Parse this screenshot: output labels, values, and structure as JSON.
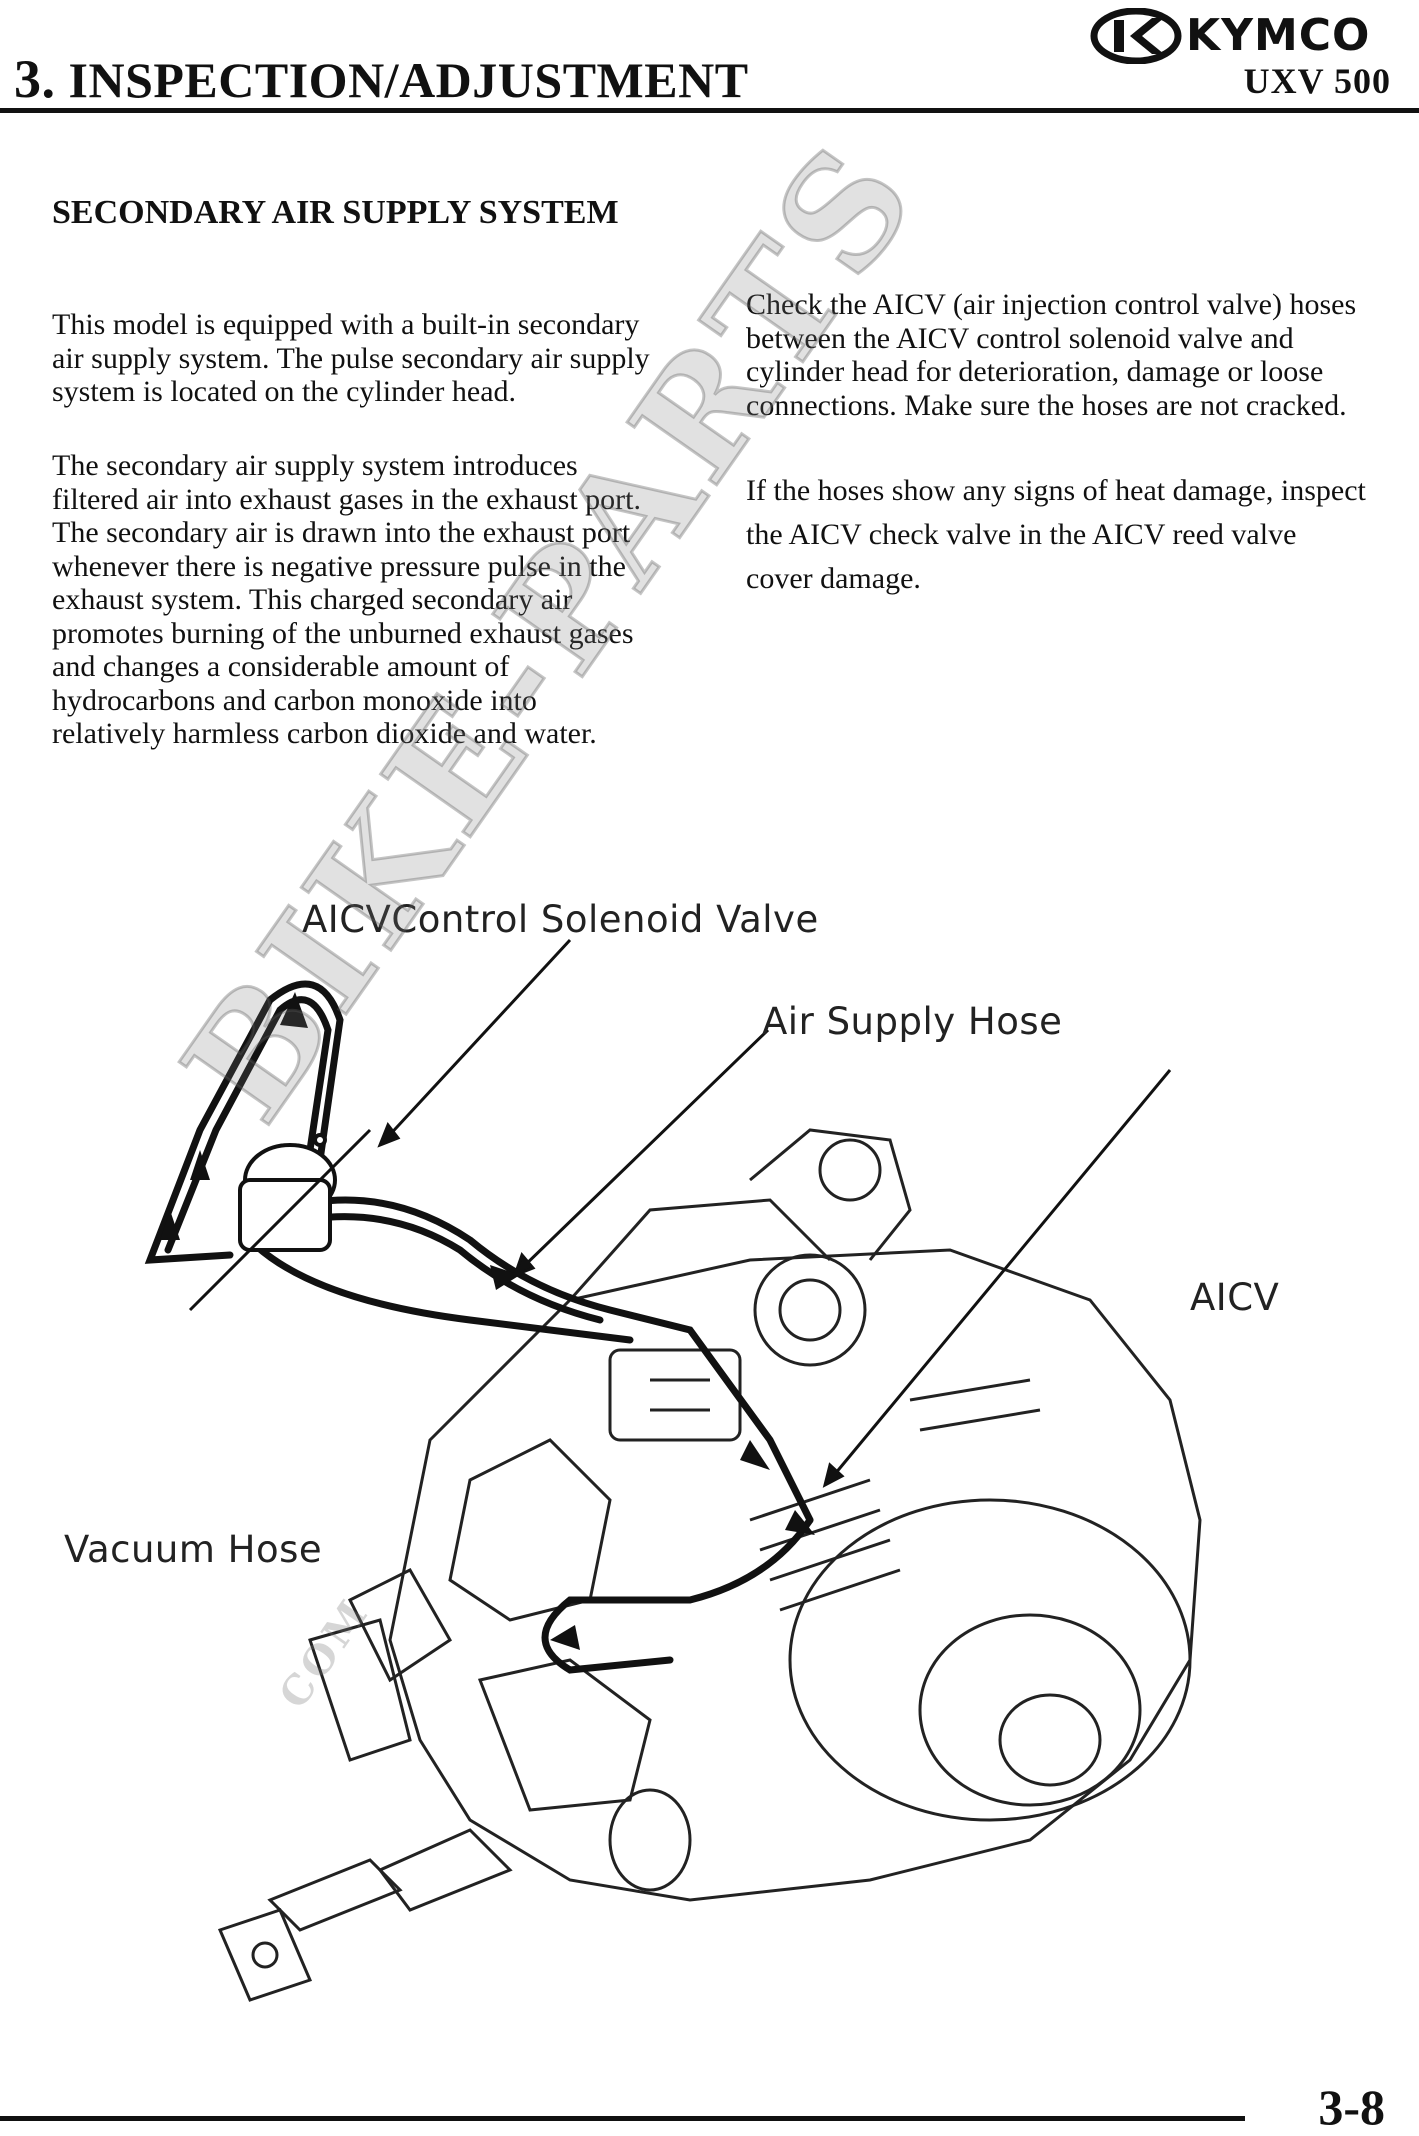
{
  "header": {
    "chapter_number": "3.",
    "chapter_title": "INSPECTION/ADJUSTMENT",
    "model": "UXV 500",
    "brand": "KYMCO"
  },
  "section": {
    "heading": "SECONDARY AIR SUPPLY SYSTEM",
    "left_paragraphs": [
      "This model is equipped with a built-in secondary air supply system. The pulse secondary air supply system is located on the cylinder head.",
      "The secondary air supply system introduces filtered air into exhaust gases in the exhaust port. The secondary air is drawn into the exhaust port whenever there is negative pressure pulse in the exhaust system. This charged secondary air promotes burning of the unburned exhaust gases and changes a considerable amount of hydrocarbons and carbon monoxide into relatively harmless carbon dioxide and water."
    ],
    "right_paragraphs": [
      "Check the AICV (air injection control valve) hoses between the AICV control solenoid valve and cylinder head for deterioration, damage or loose connections. Make sure the hoses are not cracked.",
      "If the hoses show any signs of heat damage, inspect the AICV check valve in the AICV reed valve cover damage."
    ]
  },
  "diagram": {
    "labels": {
      "solenoid": "AICVControl Solenoid Valve",
      "air_supply_hose": "Air Supply Hose",
      "aicv": "AICV",
      "vacuum_hose": "Vacuum Hose"
    }
  },
  "watermark": {
    "text": "BIKE-PARTS",
    "sub": "COM"
  },
  "footer": {
    "page_number": "3-8"
  }
}
